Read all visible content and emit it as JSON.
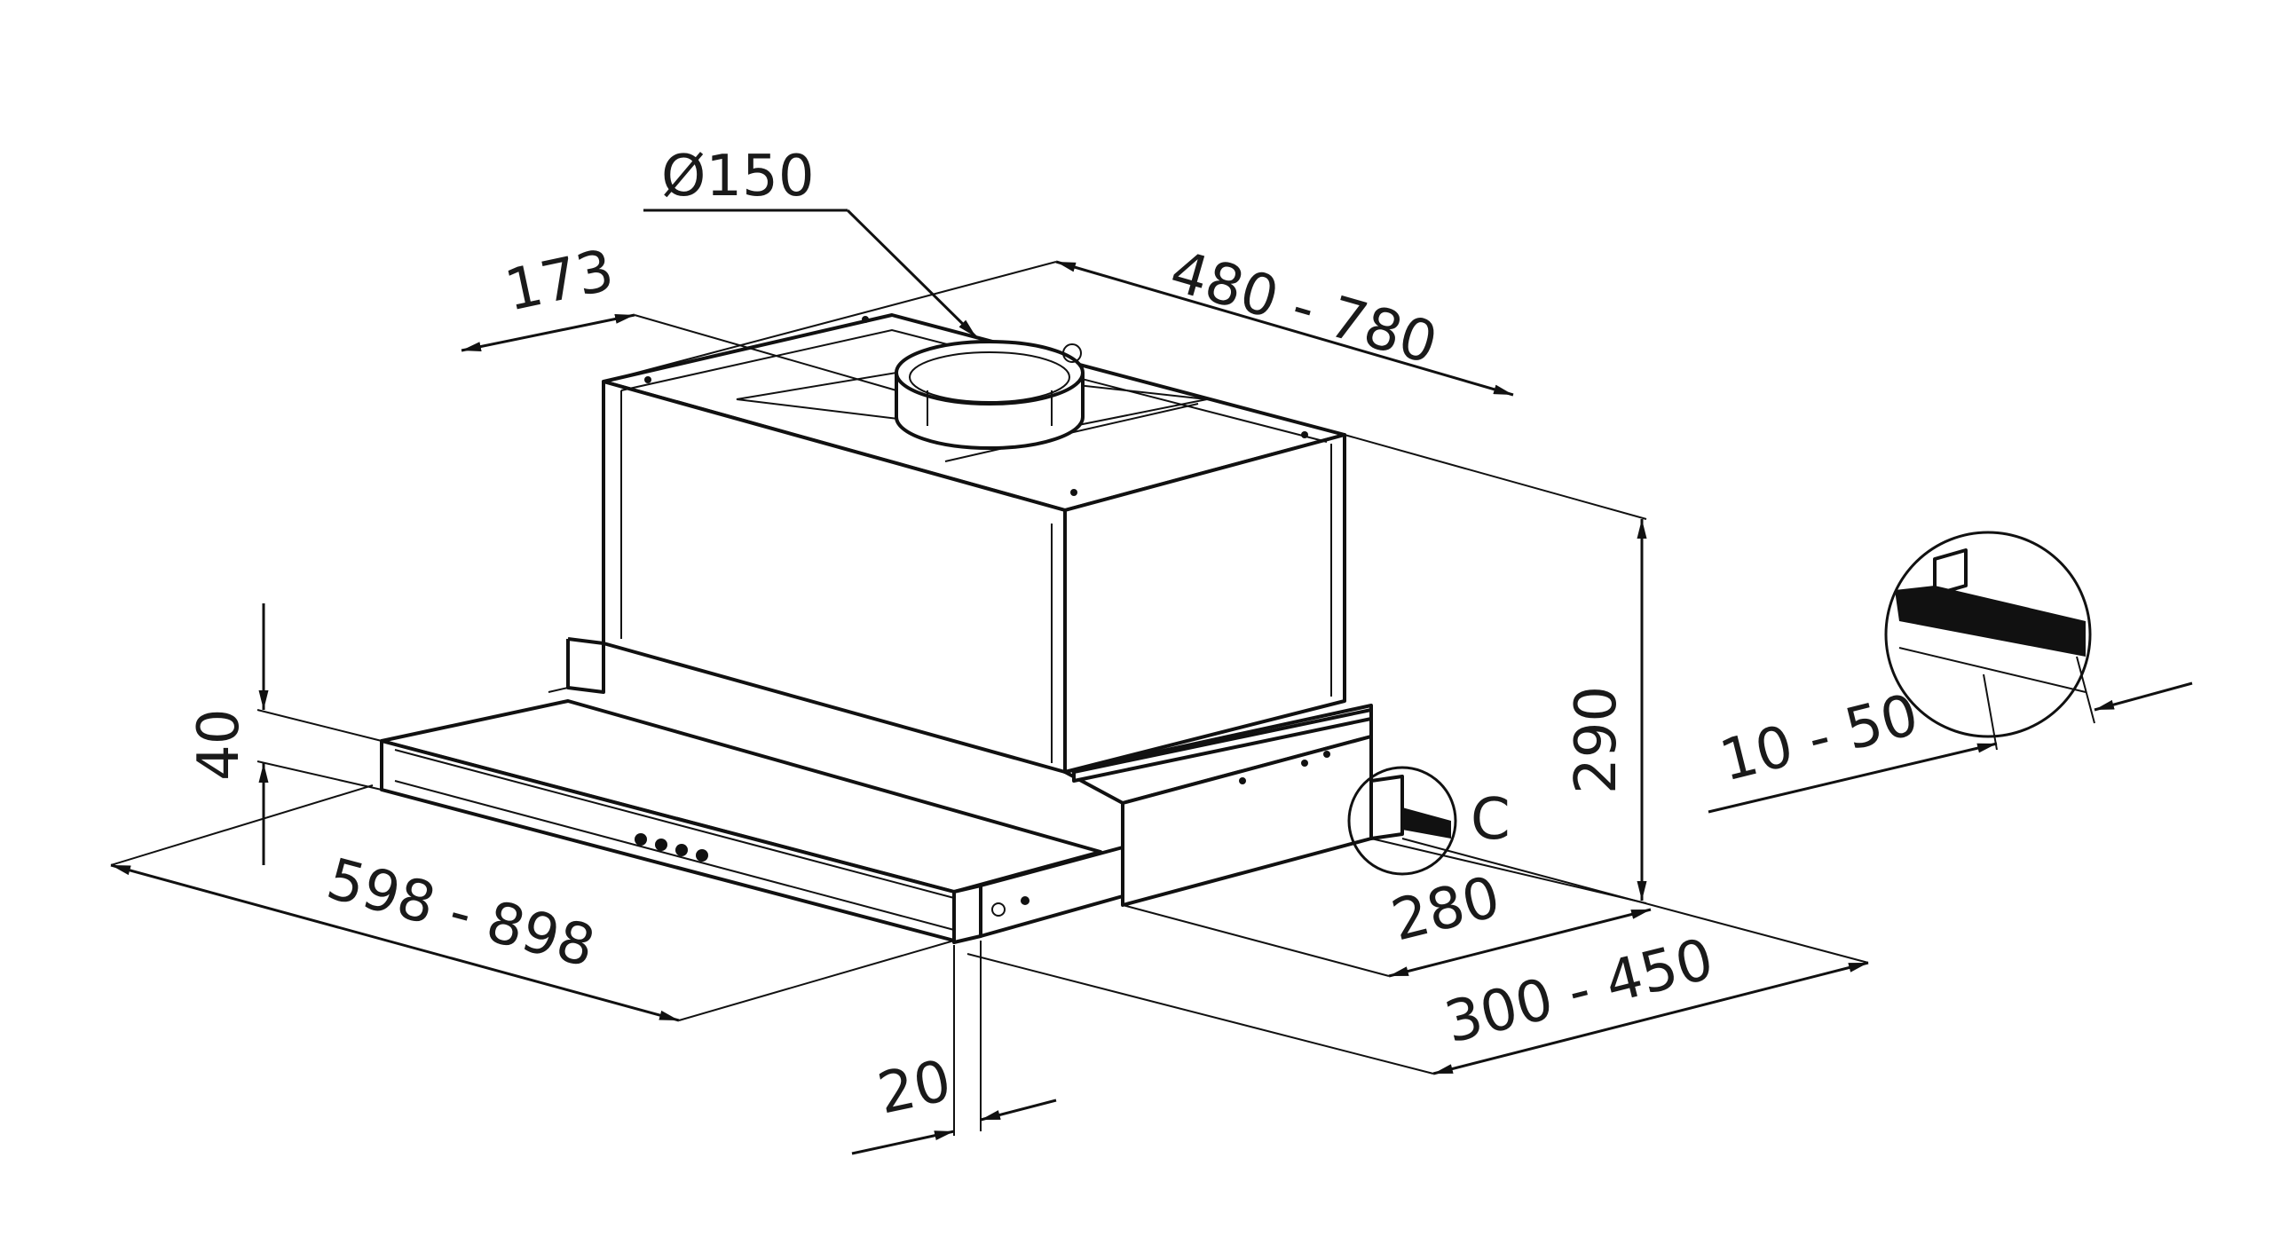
{
  "dimensions": {
    "duct_diameter": "Ø150",
    "duct_offset": "173",
    "depth_range": "480 - 780",
    "height": "290",
    "front_panel_height": "40",
    "width_range": "598 - 898",
    "front_thickness": "20",
    "slider_depth": "280",
    "extension_range": "300 - 450",
    "detail_label": "C",
    "detail_range": "10 - 50"
  },
  "colors": {
    "line": "#111111",
    "background": "#ffffff"
  }
}
